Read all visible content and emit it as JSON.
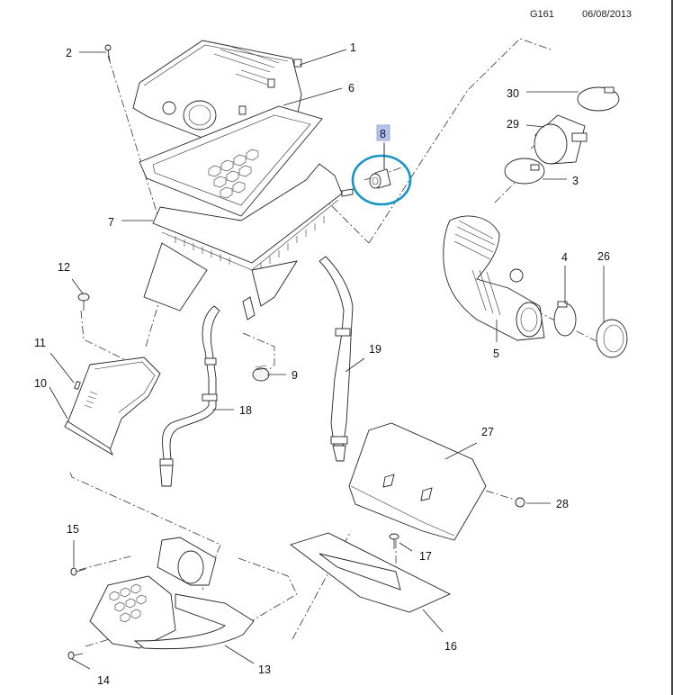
{
  "header": {
    "diagram_code": "G161",
    "date": "06/08/2013"
  },
  "highlight": {
    "selected_callout": "8",
    "circle_color": "#1596c6",
    "box_color": "#b7c2ea"
  },
  "callouts": [
    {
      "id": "1",
      "label": "1",
      "part": "air-cleaner-upper-housing"
    },
    {
      "id": "2",
      "label": "2",
      "part": "screw"
    },
    {
      "id": "3",
      "label": "3",
      "part": "hose-clamp"
    },
    {
      "id": "4",
      "label": "4",
      "part": "hose-clamp"
    },
    {
      "id": "5",
      "label": "5",
      "part": "air-intake-duct-hose"
    },
    {
      "id": "6",
      "label": "6",
      "part": "air-filter-element"
    },
    {
      "id": "7",
      "label": "7",
      "part": "air-cleaner-lower-housing"
    },
    {
      "id": "8",
      "label": "8",
      "part": "grommet"
    },
    {
      "id": "9",
      "label": "9",
      "part": "drain-valve"
    },
    {
      "id": "10",
      "label": "10",
      "part": "resonator-duct"
    },
    {
      "id": "11",
      "label": "11",
      "part": "seal"
    },
    {
      "id": "12",
      "label": "12",
      "part": "push-pin-retainer"
    },
    {
      "id": "13",
      "label": "13",
      "part": "air-inlet-duct"
    },
    {
      "id": "14",
      "label": "14",
      "part": "screw"
    },
    {
      "id": "15",
      "label": "15",
      "part": "screw"
    },
    {
      "id": "16",
      "label": "16",
      "part": "deflector-panel"
    },
    {
      "id": "17",
      "label": "17",
      "part": "push-pin-retainer"
    },
    {
      "id": "18",
      "label": "18",
      "part": "vent-hose"
    },
    {
      "id": "19",
      "label": "19",
      "part": "vent-hose"
    },
    {
      "id": "26",
      "label": "26",
      "part": "seal-ring"
    },
    {
      "id": "27",
      "label": "27",
      "part": "shield"
    },
    {
      "id": "28",
      "label": "28",
      "part": "push-pin-retainer"
    },
    {
      "id": "29",
      "label": "29",
      "part": "mass-air-flow-sensor"
    },
    {
      "id": "30",
      "label": "30",
      "part": "hose-clamp"
    }
  ]
}
